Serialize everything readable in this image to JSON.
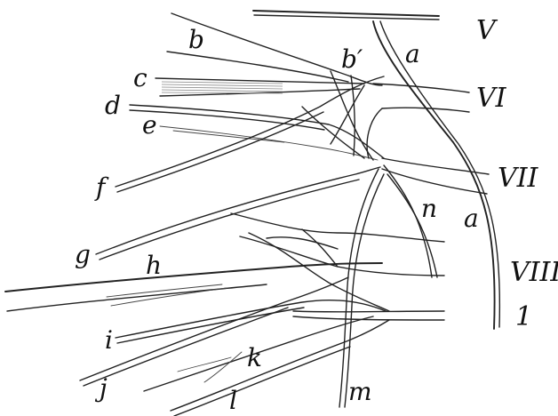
{
  "figure": {
    "letters": {
      "a_top": "a",
      "a_bottom": "a",
      "b": "b",
      "b_prime": "b′",
      "c": "c",
      "d": "d",
      "e": "e",
      "f": "f",
      "g": "g",
      "h": "h",
      "i": "i",
      "j": "j",
      "k": "k",
      "l": "l",
      "m": "m",
      "n": "n"
    },
    "roots": {
      "V": "V",
      "VI": "VI",
      "VII": "VII",
      "VIII": "VIII",
      "I": "1"
    }
  }
}
